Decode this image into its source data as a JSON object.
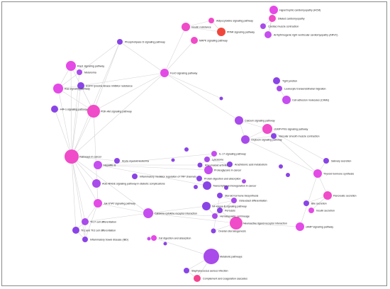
{
  "palette": {
    "violet": "#8A44E6",
    "purple": "#A84BEA",
    "orchid": "#C64DF0",
    "magenta": "#E44AE6",
    "pink": "#F04BC8",
    "hotpink": "#F4438E",
    "red": "#F0473D"
  },
  "nodes": [
    {
      "id": "hcm",
      "label": "Hypertrophic cardiomyopathy (HCM)",
      "color": "magenta"
    },
    {
      "id": "dcm",
      "label": "Dilated cardiomyopathy",
      "color": "pink"
    },
    {
      "id": "adipo",
      "label": "Adipocytokine signaling pathway",
      "color": "pink"
    },
    {
      "id": "cardiac",
      "label": "Cardiac muscle contraction",
      "color": "purple"
    },
    {
      "id": "insres",
      "label": "Insulin resistance",
      "color": "pink"
    },
    {
      "id": "ppar",
      "label": "PPAR signaling pathway",
      "color": "red"
    },
    {
      "id": "arvc",
      "label": "Arrhythmogenic right ventricular cardiomyopathy (ARVC)",
      "color": "orchid"
    },
    {
      "id": "mapk",
      "label": "MAPK signaling pathway",
      "color": "pink"
    },
    {
      "id": "pld",
      "label": "Phospholipase D signaling pathway",
      "color": "violet"
    },
    {
      "id": "rap1",
      "label": "Rap1 signaling pathway",
      "color": "magenta"
    },
    {
      "id": "melanoma",
      "label": "Melanoma",
      "color": "purple"
    },
    {
      "id": "foxo",
      "label": "FoxO signaling pathway",
      "color": "magenta"
    },
    {
      "id": "egfr",
      "label": "EGFR tyrosine kinase inhibitor resistance",
      "color": "violet"
    },
    {
      "id": "ras",
      "label": "Ras signaling pathway",
      "color": "magenta"
    },
    {
      "id": "tight",
      "label": "Tight junction",
      "color": "violet"
    },
    {
      "id": "leuko",
      "label": "Leukocyte transendothelial migration",
      "color": "purple"
    },
    {
      "id": "cam",
      "label": "Cell adhesion molecules (CAMs)",
      "color": "orchid"
    },
    {
      "id": "hif1",
      "label": "HIF-1 signaling pathway",
      "color": "violet"
    },
    {
      "id": "pi3k",
      "label": "PI3K-Akt signaling pathway",
      "color": "pink"
    },
    {
      "id": "calcium",
      "label": "Calcium signaling pathway",
      "color": "purple"
    },
    {
      "id": "cgmp",
      "label": "cGMP-PKG signaling pathway",
      "color": "pink"
    },
    {
      "id": "vsmc",
      "label": "Vascular smooth muscle contraction",
      "color": "violet"
    },
    {
      "id": "oxyt",
      "label": "Oxytocin signaling pathway",
      "color": "purple"
    },
    {
      "id": "cancer",
      "label": "Pathways in cancer",
      "color": "pink"
    },
    {
      "id": "aml",
      "label": "Acute myeloid leukemia",
      "color": "violet"
    },
    {
      "id": "il17",
      "label": "IL-17 signaling pathway",
      "color": "orchid"
    },
    {
      "id": "lyso",
      "label": "Lysosome",
      "color": "purple"
    },
    {
      "id": "rheum",
      "label": "Rheumatoid arthritis",
      "color": "violet"
    },
    {
      "id": "arach",
      "label": "Arachidonic acid metabolism",
      "color": "violet"
    },
    {
      "id": "salivary",
      "label": "Salivary secretion",
      "color": "violet"
    },
    {
      "id": "hbv",
      "label": "Hepatitis B",
      "color": "orchid"
    },
    {
      "id": "proteo",
      "label": "Proteoglycans in cancer",
      "color": "orchid"
    },
    {
      "id": "inflam",
      "label": "Inflammatory mediator regulation of TRP channels",
      "color": "violet"
    },
    {
      "id": "thyroid",
      "label": "Thyroid hormone synthesis",
      "color": "magenta"
    },
    {
      "id": "prot_dig",
      "label": "Protein digestion and absorption",
      "color": "violet"
    },
    {
      "id": "transmis",
      "label": "Transcriptional misregulation in cancer",
      "color": "violet"
    },
    {
      "id": "age",
      "label": "AGE-RAGE signaling pathway in diabetic complications",
      "color": "purple"
    },
    {
      "id": "jak",
      "label": "Jak-STAT signaling pathway",
      "color": "magenta"
    },
    {
      "id": "steroid",
      "label": "Steroid hormone biosynthesis",
      "color": "violet"
    },
    {
      "id": "osteo",
      "label": "Osteoclast differentiation",
      "color": "purple"
    },
    {
      "id": "nfkb",
      "label": "NF-kappa B signaling pathway",
      "color": "violet"
    },
    {
      "id": "pertussis",
      "label": "Pertussis",
      "color": "violet"
    },
    {
      "id": "hemato",
      "label": "Hematopoietic cell lineage",
      "color": "purple"
    },
    {
      "id": "pancreatic",
      "label": "Pancreatic secretion",
      "color": "pink"
    },
    {
      "id": "bile",
      "label": "Bile secretion",
      "color": "violet"
    },
    {
      "id": "insulin_sec",
      "label": "Insulin secretion",
      "color": "magenta"
    },
    {
      "id": "cytokine",
      "label": "Cytokine-cytokine receptor interaction",
      "color": "orchid"
    },
    {
      "id": "neuro",
      "label": "Neuroactive ligand-receptor interaction",
      "color": "pink"
    },
    {
      "id": "camp",
      "label": "cAMP signaling pathway",
      "color": "magenta"
    },
    {
      "id": "ovarian",
      "label": "Ovarian steroidogenesis",
      "color": "violet"
    },
    {
      "id": "th17",
      "label": "Th17 cell differentiation",
      "color": "purple"
    },
    {
      "id": "th1",
      "label": "Th1 and Th2 cell differentiation",
      "color": "violet"
    },
    {
      "id": "ibd",
      "label": "Inflammatory bowel disease (IBD)",
      "color": "violet"
    },
    {
      "id": "fat",
      "label": "Fat digestion and absorption",
      "color": "magenta"
    },
    {
      "id": "metab",
      "label": "Metabolic pathways",
      "color": "purple"
    },
    {
      "id": "staph",
      "label": "Staphylococcus aureus infection",
      "color": "violet"
    },
    {
      "id": "complement",
      "label": "Complement and coagulation cascades",
      "color": "hotpink"
    },
    {
      "id": "u1",
      "label": "",
      "color": "violet"
    },
    {
      "id": "u2",
      "label": "",
      "color": "violet"
    },
    {
      "id": "u3",
      "label": "",
      "color": "violet"
    },
    {
      "id": "u4",
      "label": "",
      "color": "violet"
    },
    {
      "id": "u5",
      "label": "",
      "color": "purple"
    },
    {
      "id": "u6",
      "label": "",
      "color": "violet"
    },
    {
      "id": "u7",
      "label": "",
      "color": "violet"
    },
    {
      "id": "u8",
      "label": "",
      "color": "violet"
    },
    {
      "id": "u9",
      "label": "",
      "color": "orchid"
    },
    {
      "id": "u10",
      "label": "",
      "color": "violet"
    }
  ],
  "edges": [
    [
      "cancer",
      "pi3k"
    ],
    [
      "cancer",
      "ras"
    ],
    [
      "cancer",
      "hif1"
    ],
    [
      "cancer",
      "aml"
    ],
    [
      "cancer",
      "jak"
    ],
    [
      "cancer",
      "th17"
    ],
    [
      "cancer",
      "th1"
    ],
    [
      "cancer",
      "egfr"
    ],
    [
      "cancer",
      "foxo"
    ],
    [
      "cancer",
      "age"
    ],
    [
      "cancer",
      "ibd"
    ],
    [
      "cancer",
      "rap1"
    ],
    [
      "cancer",
      "melanoma"
    ],
    [
      "cancer",
      "pld"
    ],
    [
      "cancer",
      "cytokine"
    ],
    [
      "pi3k",
      "foxo"
    ],
    [
      "pi3k",
      "egfr"
    ],
    [
      "pi3k",
      "ras"
    ],
    [
      "pi3k",
      "hif1"
    ],
    [
      "pi3k",
      "rap1"
    ],
    [
      "pi3k",
      "pld"
    ],
    [
      "pi3k",
      "jak"
    ],
    [
      "foxo",
      "insres"
    ],
    [
      "foxo",
      "mapk"
    ],
    [
      "foxo",
      "u1"
    ],
    [
      "foxo",
      "egfr"
    ],
    [
      "foxo",
      "pld"
    ],
    [
      "foxo",
      "calcium"
    ],
    [
      "ras",
      "rap1"
    ],
    [
      "ras",
      "pld"
    ],
    [
      "ras",
      "egfr"
    ],
    [
      "rap1",
      "melanoma"
    ],
    [
      "jak",
      "th17"
    ],
    [
      "jak",
      "cytokine"
    ],
    [
      "jak",
      "ibd"
    ],
    [
      "th17",
      "th1"
    ],
    [
      "th17",
      "ibd"
    ],
    [
      "th1",
      "ibd"
    ],
    [
      "th17",
      "cytokine"
    ],
    [
      "calcium",
      "cgmp"
    ],
    [
      "calcium",
      "oxyt"
    ],
    [
      "cgmp",
      "vsmc"
    ],
    [
      "cgmp",
      "oxyt"
    ],
    [
      "vsmc",
      "oxyt"
    ],
    [
      "oxyt",
      "thyroid"
    ],
    [
      "cgmp",
      "salivary"
    ],
    [
      "cgmp",
      "thyroid"
    ],
    [
      "tight",
      "leuko"
    ],
    [
      "leuko",
      "cam"
    ],
    [
      "hcm",
      "dcm"
    ],
    [
      "dcm",
      "cardiac"
    ],
    [
      "dcm",
      "arvc"
    ],
    [
      "hcm",
      "arvc"
    ],
    [
      "insres",
      "adipo"
    ],
    [
      "adipo",
      "ppar"
    ],
    [
      "insres",
      "ppar"
    ],
    [
      "il17",
      "rheum"
    ],
    [
      "il17",
      "lyso"
    ],
    [
      "rheum",
      "hbv"
    ],
    [
      "hbv",
      "proteo"
    ],
    [
      "il17",
      "hbv"
    ],
    [
      "prot_dig",
      "transmis"
    ],
    [
      "hbv",
      "transmis"
    ],
    [
      "rheum",
      "proteo"
    ],
    [
      "lyso",
      "arach"
    ],
    [
      "steroid",
      "osteo"
    ],
    [
      "osteo",
      "nfkb"
    ],
    [
      "nfkb",
      "hemato"
    ],
    [
      "hemato",
      "pertussis"
    ],
    [
      "osteo",
      "hemato"
    ],
    [
      "cytokine",
      "nfkb"
    ],
    [
      "cytokine",
      "hemato"
    ],
    [
      "neuro",
      "camp"
    ],
    [
      "neuro",
      "ovarian"
    ],
    [
      "neuro",
      "cytokine"
    ],
    [
      "neuro",
      "pertussis"
    ],
    [
      "camp",
      "thyroid"
    ],
    [
      "pancreatic",
      "bile"
    ],
    [
      "pancreatic",
      "insulin_sec"
    ],
    [
      "thyroid",
      "pancreatic"
    ],
    [
      "salivary",
      "thyroid"
    ],
    [
      "metab",
      "staph"
    ],
    [
      "metab",
      "complement"
    ],
    [
      "staph",
      "complement"
    ],
    [
      "metab",
      "fat"
    ],
    [
      "ovarian",
      "steroid"
    ]
  ]
}
